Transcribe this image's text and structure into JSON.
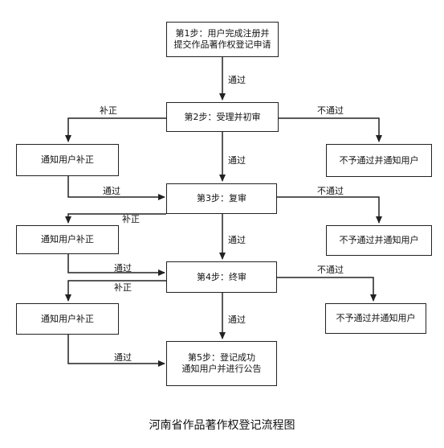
{
  "diagram": {
    "title": "河南省作品著作权登记流程图",
    "steps": {
      "s1": {
        "line1": "第1步：用户完成注册并",
        "line2": "提交作品著作权登记申请"
      },
      "s2": "第2步：受理并初审",
      "s3": "第3步：复审",
      "s4": "第4步：终审",
      "s5": {
        "line1": "第5步：登记成功",
        "line2": "通知用户并进行公告"
      }
    },
    "side_boxes": {
      "notify1": "通知用户补正",
      "notify2": "通知用户补正",
      "notify3": "通知用户补正",
      "reject1": "不予通过并通知用户",
      "reject2": "不予通过并通知用户",
      "reject3": "不予通过并通知用户"
    },
    "edge_labels": {
      "pass_1_2": "通过",
      "pass_2_3": "通过",
      "pass_3_4": "通过",
      "pass_4_5": "通过",
      "fix_2": "补正",
      "fix_3": "补正",
      "fix_4": "补正",
      "back_1": "通过",
      "back_2": "通过",
      "back_3": "通过",
      "fail_2": "不通过",
      "fail_3": "不通过",
      "fail_4": "不通过"
    }
  }
}
